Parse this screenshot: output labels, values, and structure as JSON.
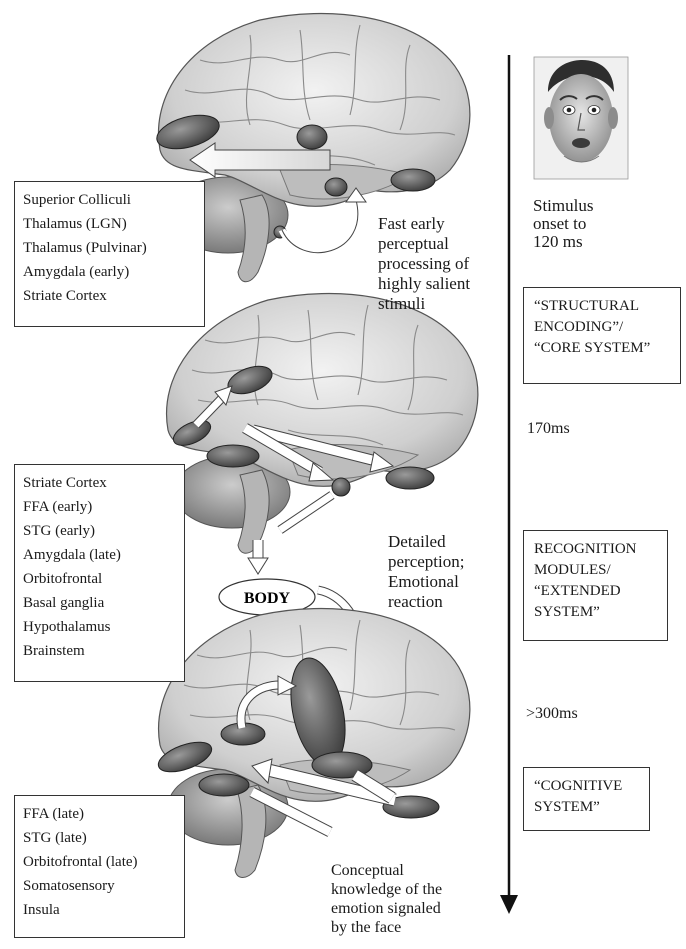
{
  "stages": [
    {
      "regions": [
        "Superior Colliculi",
        "Thalamus (LGN)",
        "Thalamus (Pulvinar)",
        "Amygdala (early)",
        "Striate Cortex"
      ],
      "caption": [
        "Fast early",
        "perceptual",
        "processing of",
        "highly salient",
        "stimuli"
      ],
      "timing": [
        "Stimulus",
        "onset to",
        "120 ms"
      ],
      "system_label": [
        "“STRUCTURAL",
        "ENCODING”/",
        "“CORE SYSTEM”"
      ]
    },
    {
      "regions": [
        "Striate Cortex",
        "FFA (early)",
        "STG (early)",
        "Amygdala (late)",
        "Orbitofrontal",
        "Basal ganglia",
        "Hypothalamus",
        "Brainstem"
      ],
      "caption": [
        "Detailed",
        "perception;",
        "Emotional",
        "reaction"
      ],
      "timing": [
        "170ms"
      ],
      "system_label": [
        "RECOGNITION",
        "MODULES/",
        "“EXTENDED",
        "SYSTEM”"
      ]
    },
    {
      "regions": [
        "FFA (late)",
        "STG (late)",
        "Orbitofrontal (late)",
        "Somatosensory",
        "Insula"
      ],
      "caption": [
        "Conceptual",
        "knowledge of the",
        "emotion signaled",
        "by the face"
      ],
      "timing": [
        ">300ms"
      ],
      "system_label": [
        "“COGNITIVE",
        "SYSTEM”"
      ]
    }
  ],
  "body_node": "BODY",
  "icons": {
    "face": "fearful-face-photo-icon",
    "brain": "brain-illustration-icon",
    "timeline": "down-arrow-timeline-icon"
  },
  "colors": {
    "ink": "#1a1a1a",
    "region_fill": "#5a5a5a",
    "brain_fill": "#d9d9d9"
  }
}
